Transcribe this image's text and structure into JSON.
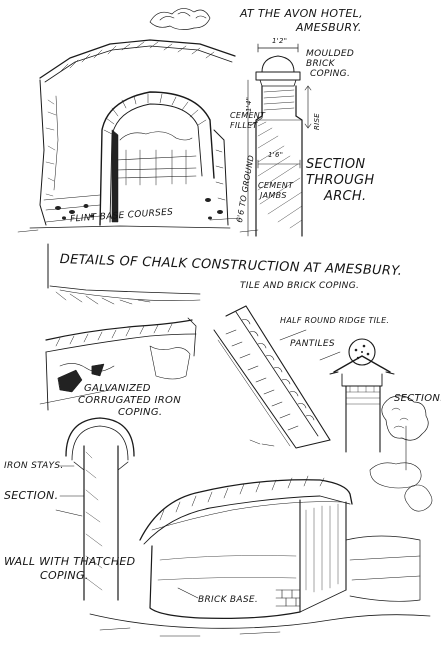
{
  "page": {
    "hotel_title_line1": "AT THE AVON HOTEL,",
    "hotel_title_line2": "AMESBURY.",
    "main_title": "DETAILS of CHALK CONSTRUCTION at AMESBURY.",
    "tile_brick_coping": "TILE AND BRICK COPING."
  },
  "labels": {
    "dimension_top": "1'2\"",
    "moulded_brick_coping_1": "MOULDED",
    "moulded_brick_coping_2": "BRICK",
    "moulded_brick_coping_3": "COPING.",
    "cement_fillet_1": "CEMENT",
    "cement_fillet_2": "FILLET",
    "dim_14": "1'4\"",
    "rise": "RISE",
    "dim_16": "1'6\"",
    "section_through_arch_1": "SECTION",
    "section_through_arch_2": "THROUGH",
    "section_through_arch_3": "ARCH.",
    "cement_jambs_1": "CEMENT",
    "cement_jambs_2": "JAMBS",
    "six_to_ground": "6'6 TO GROUND",
    "flint_base_courses": "FLINT BASE COURSES",
    "half_round_ridge_tile": "HALF ROUND RIDGE TILE.",
    "pantiles": "PANTILES",
    "section_right": "SECTION.",
    "galvanized_1": "GALVANIZED",
    "galvanized_2": "CORRUGATED IRON",
    "galvanized_3": "COPING.",
    "iron_stays": "IRON STAYS.",
    "section_left": "SECTION.",
    "wall_thatched_1": "WALL WITH THATCHED",
    "wall_thatched_2": "COPING.",
    "brick_base": "BRICK BASE."
  }
}
